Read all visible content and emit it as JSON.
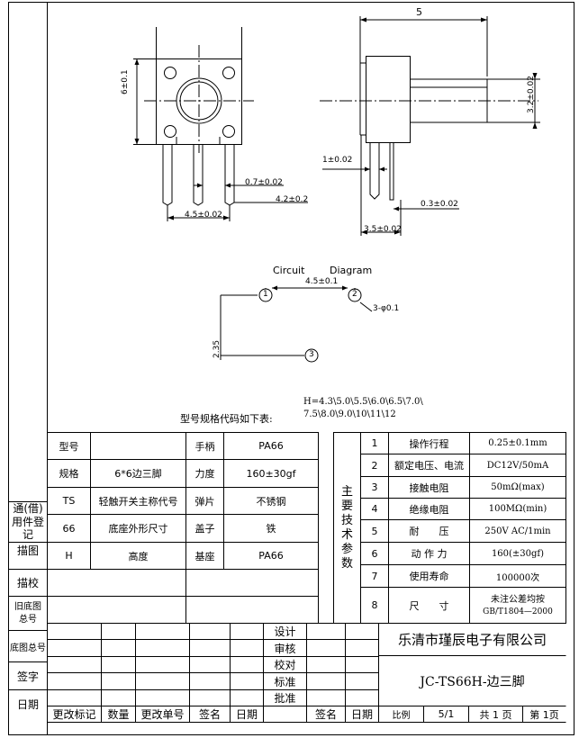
{
  "dims": {
    "top_width": "5",
    "left_height": "6±0.1",
    "right_height": "3.2±0.02",
    "pin_gap": "0.7±0.02",
    "pin_len": "4.2±0.2",
    "pin_pitch": "4.5±0.02",
    "side_thick": "1±0.02",
    "side_pin": "0.3±0.02",
    "side_width": "3.5±0.02"
  },
  "circuit": {
    "title_a": "Circuit",
    "title_b": "Diagram",
    "pitch": "4.5±0.1",
    "hole": "3-φ0.1",
    "vert": "2.35",
    "pin1": "1",
    "pin2": "2",
    "pin3": "3"
  },
  "model_code": {
    "label": "型号规格代码如下表:",
    "h_line1": "H=4.3\\5.0\\5.5\\6.0\\6.5\\7.0\\",
    "h_line2": "7.5\\8.0\\9.0\\10\\11\\12"
  },
  "spec_table": [
    [
      "型号",
      "",
      "手柄",
      "PA66"
    ],
    [
      "规格",
      "6*6边三脚",
      "力度",
      "160±30gf"
    ],
    [
      "TS",
      "轻触开关主称代号",
      "弹片",
      "不锈钢"
    ],
    [
      "66",
      "底座外形尺寸",
      "盖子",
      "铁"
    ],
    [
      "H",
      "高度",
      "基座",
      "PA66"
    ]
  ],
  "params_label": [
    "主",
    "要",
    "技",
    "术",
    "参",
    "数"
  ],
  "params": [
    {
      "no": "1",
      "name": "操作行程",
      "value": "0.25±0.1mm"
    },
    {
      "no": "2",
      "name": "额定电压、电流",
      "value": "DC12V/50mA"
    },
    {
      "no": "3",
      "name": "接触电阻",
      "value": "50mΩ(max)"
    },
    {
      "no": "4",
      "name": "绝缘电阻",
      "value": "100MΩ(min)"
    },
    {
      "no": "5",
      "name": "耐　　压",
      "value": "250V AC/1min"
    },
    {
      "no": "6",
      "name": "动 作 力",
      "value": "160(±30gf)"
    },
    {
      "no": "7",
      "name": "使用寿命",
      "value": "100000次"
    },
    {
      "no": "8",
      "name": "尺　　寸",
      "value": "未注公差均按",
      "value2": "GB/T1804—2000"
    }
  ],
  "left_labels": {
    "tongjie": "通(借)",
    "yongjian": "用件登记",
    "miaotu": "描图",
    "miaojiao": "描校",
    "jiudi": "旧底图总号",
    "didi": "底图总号",
    "qianzi": "签字",
    "riqi": "日期"
  },
  "title_block": {
    "sheji": "设计",
    "shenhe": "审核",
    "jiaodui": "校对",
    "biaozhun": "标准",
    "pizhun": "批准",
    "company": "乐清市瑾辰电子有限公司",
    "drawing": "JC-TS66H-边三脚",
    "bili_label": "比例",
    "bili": "5/1",
    "total": "共 1 页",
    "page": "第 1页",
    "footer": [
      "更改标记",
      "数量",
      "更改单号",
      "签名",
      "日期",
      "签名",
      "日期"
    ]
  }
}
